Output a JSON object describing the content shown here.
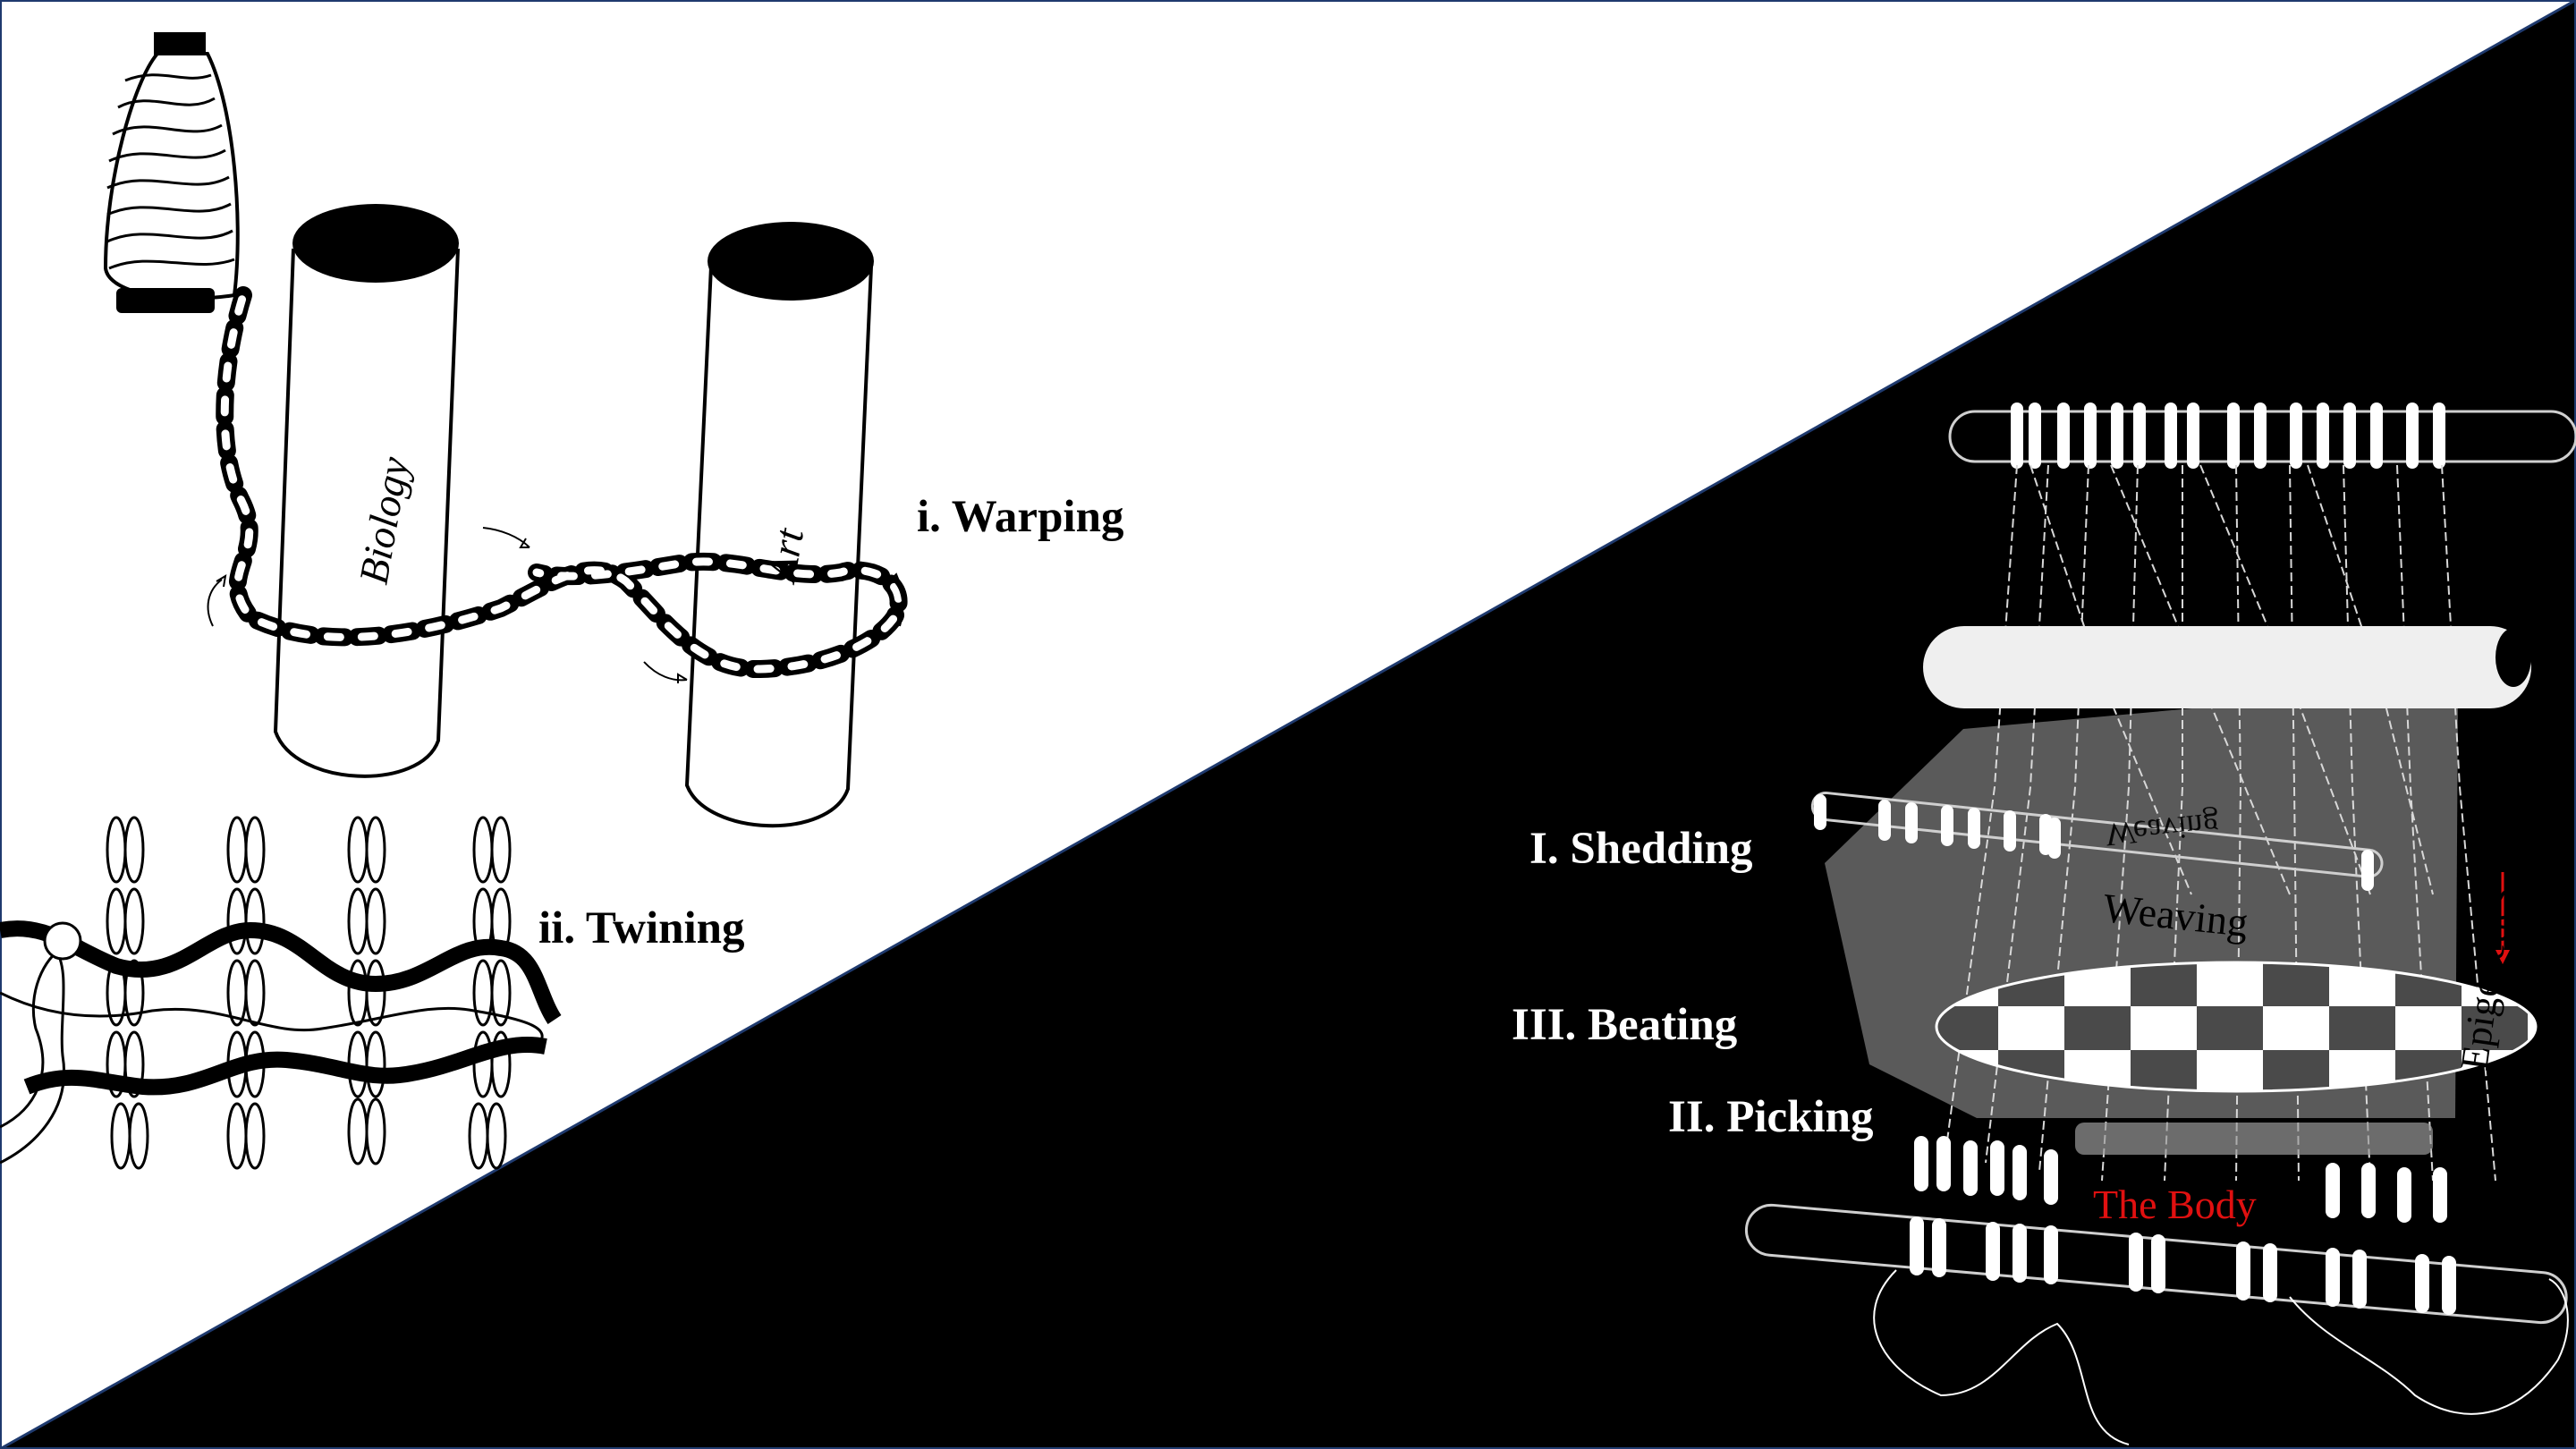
{
  "labels": {
    "warping": "i. Warping",
    "twining": "ii. Twining",
    "shedding": "I. Shedding",
    "beating": "III. Beating",
    "picking": "II. Picking"
  },
  "pillars": {
    "left": "Biology",
    "right": "Art"
  },
  "loom": {
    "weaving": "Weaving",
    "weaving_mirrored": "Weaving",
    "epigenetics": "Epigenetics",
    "body": "The Body"
  },
  "colors": {
    "background_light": "#ffffff",
    "background_dark": "#000000",
    "divider": "#1f3a6e",
    "accent_red": "#e01010",
    "loom_panel": "#6e6e6e"
  }
}
